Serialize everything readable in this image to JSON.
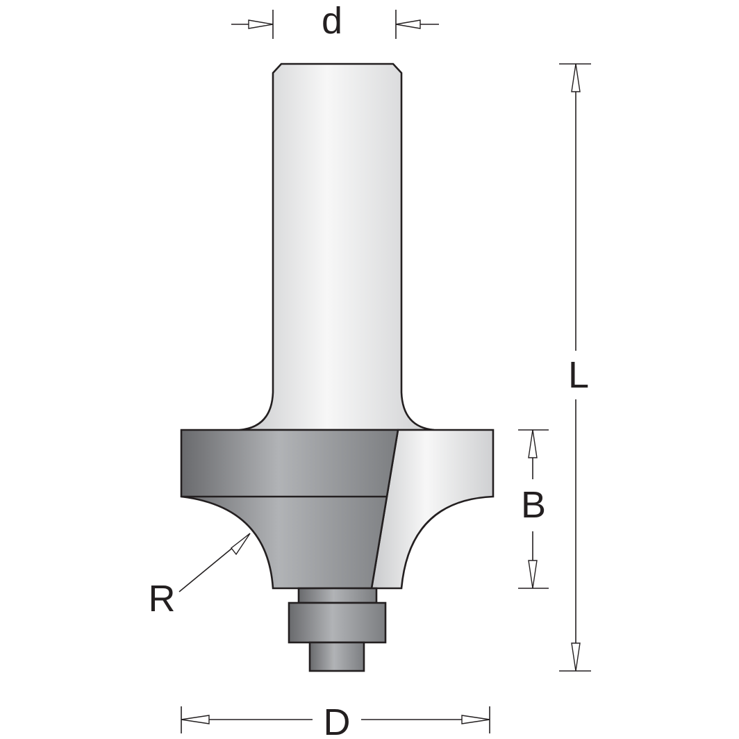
{
  "labels": {
    "d": "d",
    "L": "L",
    "B": "B",
    "R": "R",
    "D": "D"
  },
  "colors": {
    "outline": "#231f20",
    "steel_dark": "#6d6e71",
    "steel_light": "#f4f4f4"
  }
}
